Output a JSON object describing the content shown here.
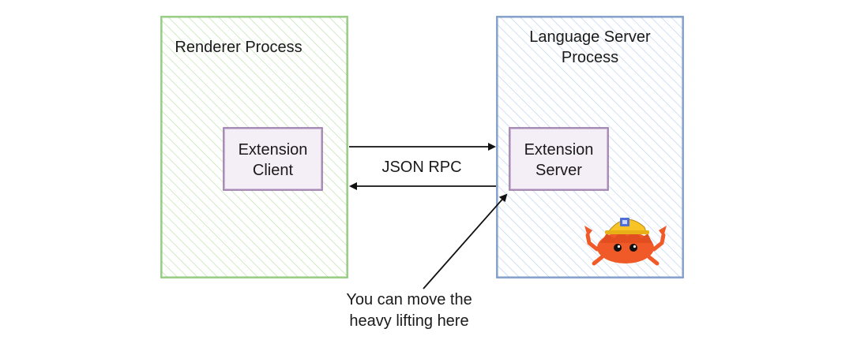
{
  "renderer": {
    "title": "Renderer Process",
    "client_label": "Extension\nClient"
  },
  "language_server": {
    "title": "Language Server\nProcess",
    "server_label": "Extension\nServer",
    "mascot": "ferris-crab-hardhat-icon"
  },
  "connection": {
    "label": "JSON RPC"
  },
  "annotation": {
    "text": "You can move the\nheavy lifting here"
  },
  "colors": {
    "renderer_stroke": "#82c36a",
    "renderer_hatch": "#b9e0a5",
    "server_stroke": "#6c8ebf",
    "server_hatch": "#b7cfee",
    "inner_stroke": "#9673a6",
    "crab_body": "#f05a28",
    "crab_helmet": "#f7c325"
  }
}
